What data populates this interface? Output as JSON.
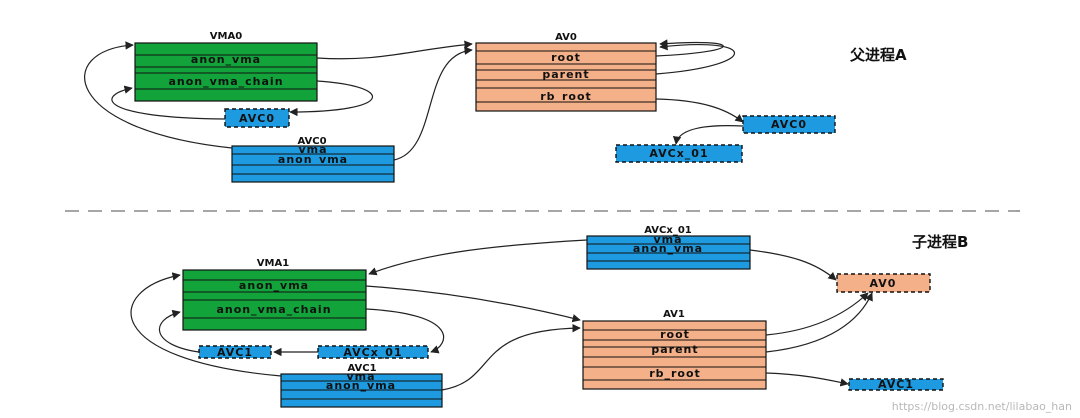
{
  "colors": {
    "vma": "#12a33a",
    "anon_vma": "#f4b088",
    "avc": "#1e9be0",
    "divider": "#888888"
  },
  "parent": {
    "label": "父进程A",
    "vma0": {
      "title": "VMA0",
      "rows": [
        "anon_vma",
        "anon_vma_chain"
      ]
    },
    "av0": {
      "title": "AV0",
      "rows": [
        "root",
        "parent",
        "rb_root"
      ]
    },
    "avc0_chain": {
      "label": "AVC0"
    },
    "avc0": {
      "title": "AVC0",
      "rows": [
        "vma",
        "anon_vma"
      ]
    },
    "avc0_tree": {
      "label": "AVC0"
    },
    "avcx01": {
      "label": "AVCx_01"
    }
  },
  "child": {
    "label": "子进程B",
    "avcx01": {
      "title": "AVCx_01",
      "rows": [
        "vma",
        "anon_vma"
      ]
    },
    "vma1": {
      "title": "VMA1",
      "rows": [
        "anon_vma",
        "anon_vma_chain"
      ]
    },
    "av0": {
      "label": "AV0"
    },
    "avc1_chain": {
      "label": "AVC1"
    },
    "avcx01_chain": {
      "label": "AVCx_01"
    },
    "av1": {
      "title": "AV1",
      "rows": [
        "root",
        "parent",
        "rb_root"
      ]
    },
    "avc1": {
      "title": "AVC1",
      "rows": [
        "vma",
        "anon_vma"
      ]
    },
    "avc1_tree": {
      "label": "AVC1"
    }
  },
  "watermark": "https://blog.csdn.net/lilabao_han"
}
